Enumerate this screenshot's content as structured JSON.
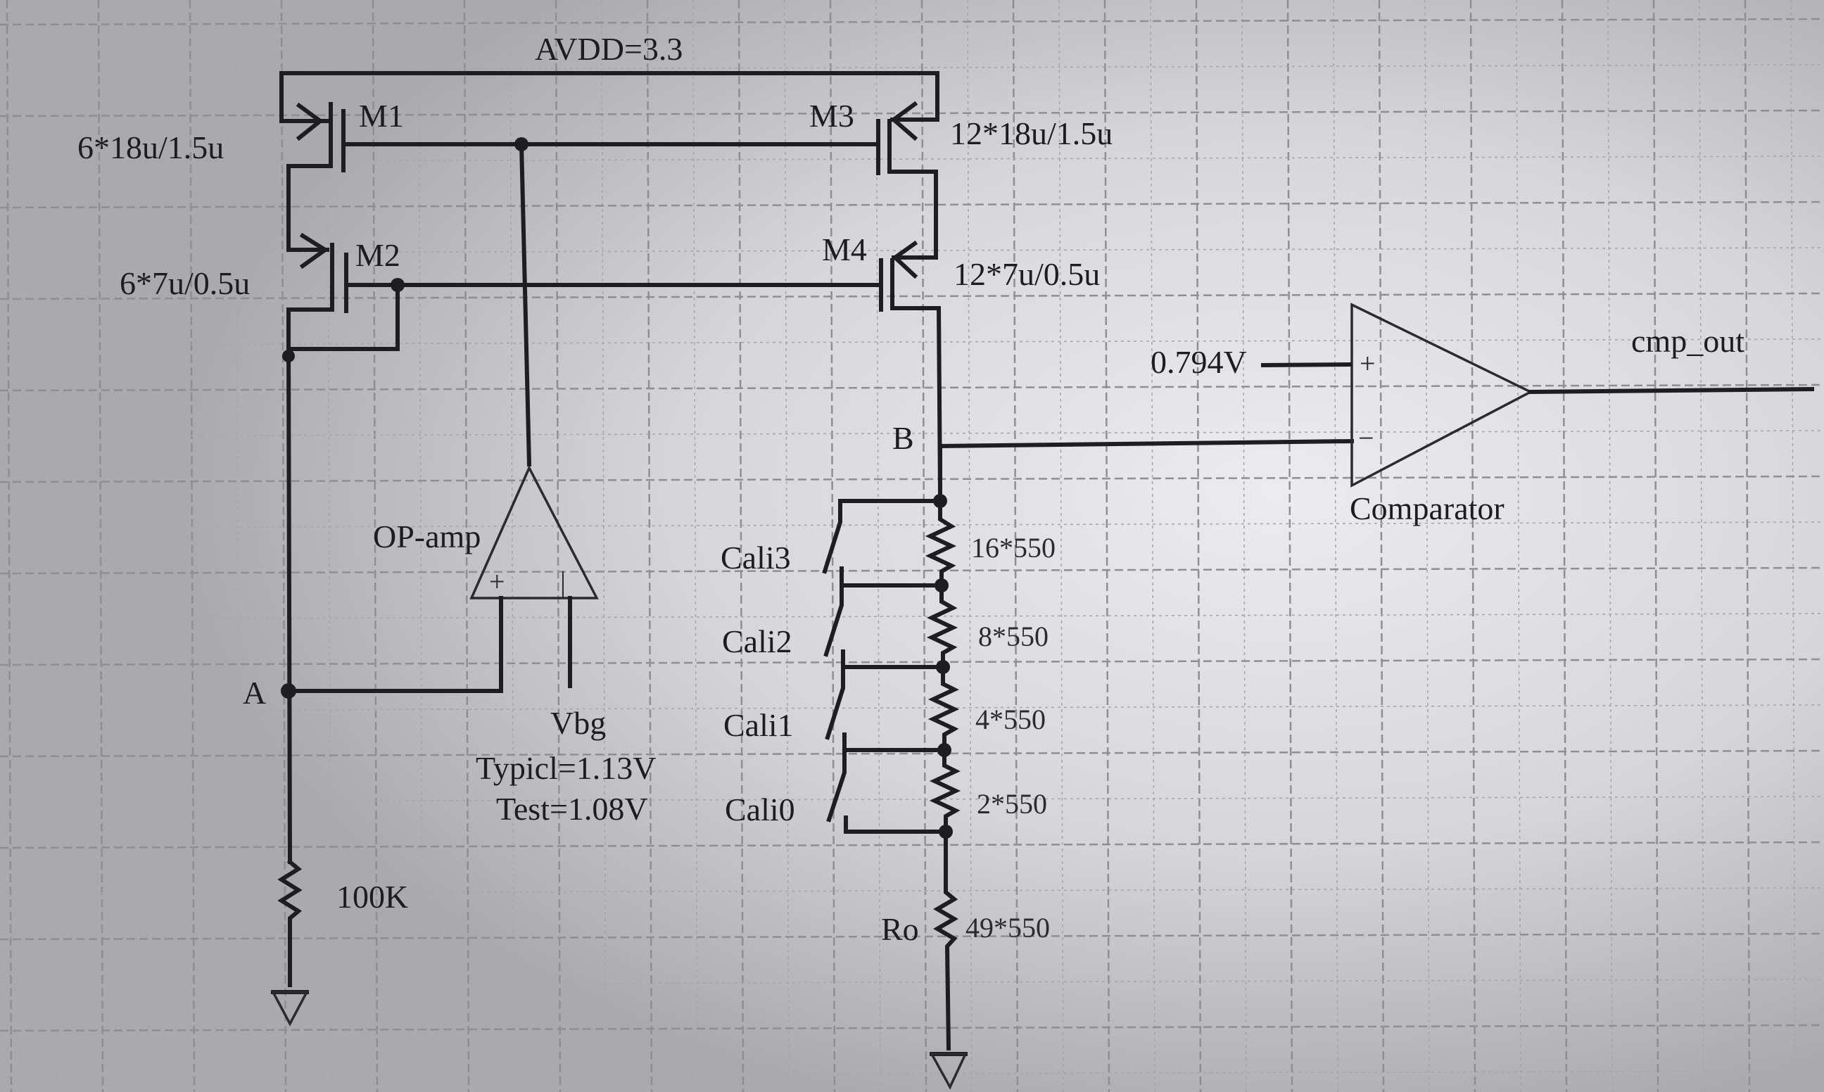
{
  "supply": {
    "label": "AVDD=3.3"
  },
  "transistors": [
    {
      "name": "M1",
      "size": "6*18u/1.5u"
    },
    {
      "name": "M2",
      "size": "6*7u/0.5u"
    },
    {
      "name": "M3",
      "size": "12*18u/1.5u"
    },
    {
      "name": "M4",
      "size": "12*7u/0.5u"
    }
  ],
  "opamp": {
    "label": "OP-amp",
    "plus": "+",
    "minus": "|",
    "vbg_label": "Vbg",
    "vbg_typical": "Typicl=1.13V",
    "vbg_test": "Test=1.08V"
  },
  "nodes": {
    "a": "A",
    "b": "B"
  },
  "left_resistor": {
    "value": "100K"
  },
  "calibration": [
    {
      "switch": "Cali3",
      "resistor": "16*550"
    },
    {
      "switch": "Cali2",
      "resistor": "8*550"
    },
    {
      "switch": "Cali1",
      "resistor": "4*550"
    },
    {
      "switch": "Cali0",
      "resistor": "2*550"
    }
  ],
  "ro": {
    "name": "Ro",
    "value": "49*550"
  },
  "comparator": {
    "label": "Comparator",
    "ref_voltage": "0.794V",
    "plus": "+",
    "minus": "−",
    "output": "cmp_out"
  }
}
